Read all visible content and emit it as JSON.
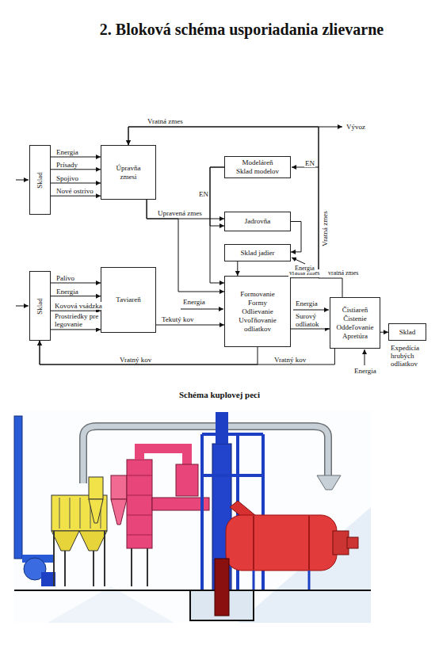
{
  "diagram": {
    "title": "2. Bloková schéma usporiadania zlievarne",
    "nodes": [
      {
        "text": [
          "Sklad"
        ]
      },
      {
        "text": [
          "Úpravňa zmesi"
        ]
      },
      {
        "text": [
          "Modeláreň",
          "Sklad modelov"
        ]
      },
      {
        "text": [
          "Jadrovňa"
        ]
      },
      {
        "text": [
          "Sklad jadier"
        ]
      },
      {
        "text": [
          "Sklad"
        ]
      },
      {
        "text": [
          "Taviareň"
        ]
      },
      {
        "text": [
          "Formovanie",
          "Formy",
          "Odlievanie",
          "Uvoľňovanie odliatkov"
        ]
      },
      {
        "text": [
          "Čistiareň",
          "Čistenie",
          "Oddeľovanie",
          "Apretúra"
        ]
      },
      {
        "text": [
          "Sklad"
        ]
      }
    ],
    "edges": [
      {
        "from": 0,
        "to": 1,
        "label": "Energia",
        "arrow": "to"
      },
      {
        "from": 0,
        "to": 1,
        "label": "Prísady",
        "arrow": "to"
      },
      {
        "from": 0,
        "to": 1,
        "label": "Spojivo",
        "arrow": "to"
      },
      {
        "from": 0,
        "to": 1,
        "label": "Nové ostrivo",
        "arrow": "to"
      },
      {
        "from": 5,
        "to": 6,
        "label": "Palivo",
        "arrow": "to"
      },
      {
        "from": 5,
        "to": 6,
        "label": "Energia",
        "arrow": "to"
      },
      {
        "from": 5,
        "to": 6,
        "label": "Kovová vsádzka",
        "arrow": "to"
      },
      {
        "from": 5,
        "to": 6,
        "label": "Prostriedky pre legovanie",
        "arrow": "to"
      },
      {
        "from": 6,
        "to": 7,
        "label": "Tekutý kov",
        "arrow": "to"
      },
      {
        "from": 1,
        "to": 3,
        "label": "Upravená zmes",
        "arrow": "to"
      },
      {
        "from": 1,
        "to": 7,
        "arrow": "to"
      },
      {
        "from": 2,
        "to": 7,
        "label": "EN",
        "arrow": "to"
      },
      {
        "from": 2,
        "to": 3,
        "arrow": "to"
      },
      {
        "from": 3,
        "to": 4,
        "arrow": "to"
      },
      {
        "from": 4,
        "to": 7,
        "arrow": "to"
      },
      {
        "from": 7,
        "to": 8,
        "label": "Surový odliatok",
        "arrow": "to"
      },
      {
        "from": 8,
        "to": 9,
        "arrow": "to"
      },
      {
        "from": 7,
        "to": 1,
        "label": "vratná zmes",
        "arrow": "to"
      },
      {
        "from": 8,
        "to": 1,
        "label": "vratná zmes",
        "arrow": "to"
      },
      {
        "from": 7,
        "to": 5,
        "label": "Vratný kov",
        "arrow": "to"
      },
      {
        "from": 8,
        "to": 5,
        "label": "Vratný kov",
        "arrow": "to"
      }
    ],
    "labels": [
      "Vratná zmes",
      "Vývoz",
      "EN",
      "Vratná zmes",
      "Energia",
      "Energia",
      "Energia",
      "Energia",
      "Expedícia hrubých odliatkov",
      "Schéma kuplovej peci"
    ]
  }
}
